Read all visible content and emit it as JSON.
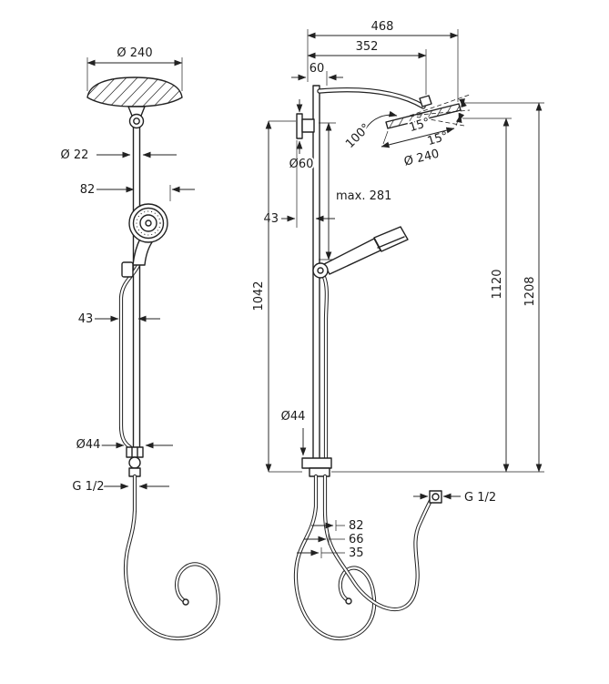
{
  "title": "shower-system-dimension-drawing",
  "palette": {
    "line": "#222222",
    "background": "#ffffff"
  },
  "front": {
    "dia_head": "Ø 240",
    "dia_pipe": "Ø 22",
    "dim_82": "82",
    "dim_43": "43",
    "dia_44": "Ø44",
    "thread": "G 1/2"
  },
  "side": {
    "dim_468": "468",
    "dim_352": "352",
    "dim_60": "60",
    "angle_100": "100°",
    "angle_15_a": "15°",
    "angle_15_b": "15°",
    "dia_head": "Ø 240",
    "dia_escutcheon": "Ø60",
    "max_reach": "max. 281",
    "dim_43": "43",
    "dim_1042": "1042",
    "dim_1120": "1120",
    "dim_1208": "1208",
    "dia_44": "Ø44",
    "thread": "G 1/2",
    "dim_82": "82",
    "dim_66": "66",
    "dim_35": "35"
  }
}
